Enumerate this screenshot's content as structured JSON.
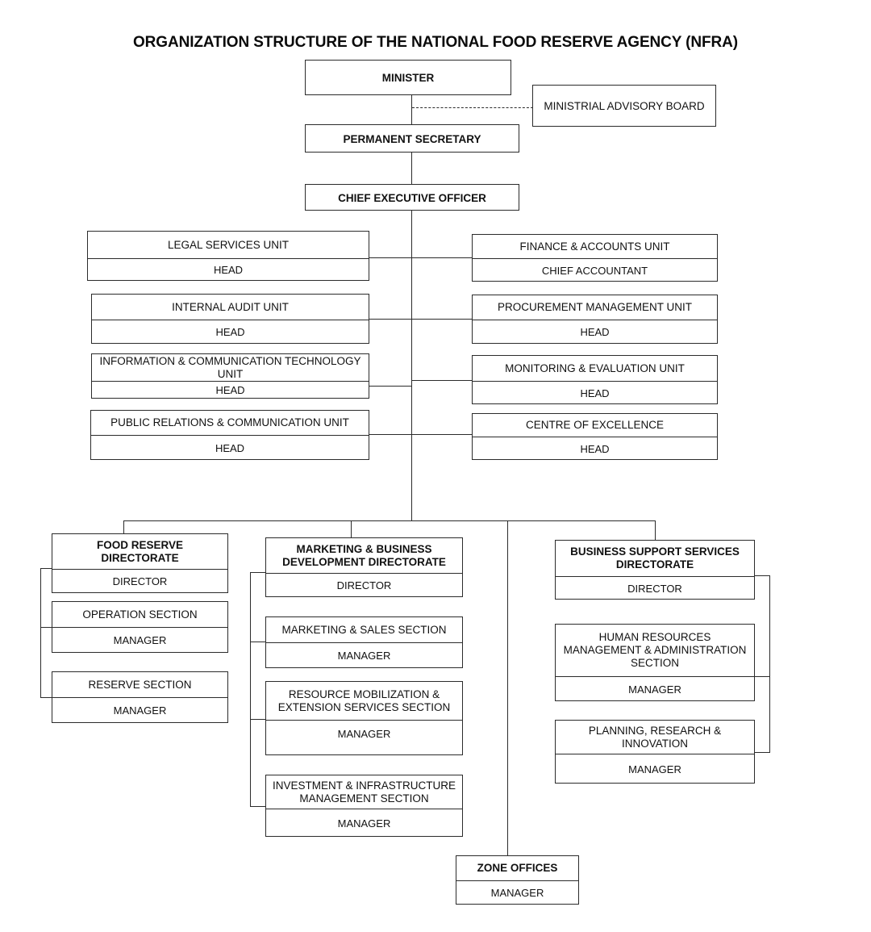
{
  "title": "ORGANIZATION STRUCTURE OF THE NATIONAL FOOD RESERVE AGENCY (NFRA)",
  "chart_data": {
    "type": "diagram",
    "diagram_type": "organization-chart",
    "title": "ORGANIZATION STRUCTURE OF THE NATIONAL FOOD RESERVE AGENCY (NFRA)",
    "nodes": [
      {
        "id": "minister",
        "label": "MINISTER",
        "role": null,
        "level": 1
      },
      {
        "id": "advisory_board",
        "label": "MINISTRIAL ADVISORY BOARD",
        "role": null,
        "level": 1
      },
      {
        "id": "permanent_secretary",
        "label": "PERMANENT SECRETARY",
        "role": null,
        "level": 2
      },
      {
        "id": "ceo",
        "label": "CHIEF EXECUTIVE OFFICER",
        "role": null,
        "level": 3
      },
      {
        "id": "legal",
        "label": "LEGAL SERVICES UNIT",
        "role": "HEAD",
        "level": 4
      },
      {
        "id": "audit",
        "label": "INTERNAL AUDIT UNIT",
        "role": "HEAD",
        "level": 4
      },
      {
        "id": "ict",
        "label": "INFORMATION & COMMUNICATION TECHNOLOGY UNIT",
        "role": "HEAD",
        "level": 4
      },
      {
        "id": "pr",
        "label": "PUBLIC RELATIONS & COMMUNICATION UNIT",
        "role": "HEAD",
        "level": 4
      },
      {
        "id": "finance",
        "label": "FINANCE & ACCOUNTS UNIT",
        "role": "CHIEF ACCOUNTANT",
        "level": 4
      },
      {
        "id": "procurement",
        "label": "PROCUREMENT MANAGEMENT UNIT",
        "role": "HEAD",
        "level": 4
      },
      {
        "id": "monitoring",
        "label": "MONITORING & EVALUATION UNIT",
        "role": "HEAD",
        "level": 4
      },
      {
        "id": "excellence",
        "label": "CENTRE OF EXCELLENCE",
        "role": "HEAD",
        "level": 4
      },
      {
        "id": "food_reserve",
        "label": "FOOD RESERVE DIRECTORATE",
        "role": "DIRECTOR",
        "level": 5
      },
      {
        "id": "marketing_dir",
        "label": "MARKETING & BUSINESS DEVELOPMENT DIRECTORATE",
        "role": "DIRECTOR",
        "level": 5
      },
      {
        "id": "business_support",
        "label": "BUSINESS SUPPORT SERVICES DIRECTORATE",
        "role": "DIRECTOR",
        "level": 5
      },
      {
        "id": "zone_offices",
        "label": "ZONE OFFICES",
        "role": "MANAGER",
        "level": 5
      },
      {
        "id": "operation",
        "label": "OPERATION SECTION",
        "role": "MANAGER",
        "level": 6
      },
      {
        "id": "reserve",
        "label": "RESERVE SECTION",
        "role": "MANAGER",
        "level": 6
      },
      {
        "id": "marketing_sales",
        "label": "MARKETING & SALES SECTION",
        "role": "MANAGER",
        "level": 6
      },
      {
        "id": "resource_mob",
        "label": "RESOURCE MOBILIZATION & EXTENSION SERVICES SECTION",
        "role": "MANAGER",
        "level": 6
      },
      {
        "id": "investment",
        "label": "INVESTMENT & INFRASTRUCTURE MANAGEMENT SECTION",
        "role": "MANAGER",
        "level": 6
      },
      {
        "id": "hr",
        "label": "HUMAN RESOURCES MANAGEMENT & ADMINISTRATION SECTION",
        "role": "MANAGER",
        "level": 6
      },
      {
        "id": "planning",
        "label": "PLANNING, RESEARCH & INNOVATION",
        "role": "MANAGER",
        "level": 6
      }
    ],
    "edges": [
      {
        "from": "minister",
        "to": "permanent_secretary",
        "style": "solid"
      },
      {
        "from": "minister",
        "to": "advisory_board",
        "style": "dashed"
      },
      {
        "from": "permanent_secretary",
        "to": "ceo",
        "style": "solid"
      },
      {
        "from": "ceo",
        "to": "legal",
        "style": "solid"
      },
      {
        "from": "ceo",
        "to": "audit",
        "style": "solid"
      },
      {
        "from": "ceo",
        "to": "ict",
        "style": "solid"
      },
      {
        "from": "ceo",
        "to": "pr",
        "style": "solid"
      },
      {
        "from": "ceo",
        "to": "finance",
        "style": "solid"
      },
      {
        "from": "ceo",
        "to": "procurement",
        "style": "solid"
      },
      {
        "from": "ceo",
        "to": "monitoring",
        "style": "solid"
      },
      {
        "from": "ceo",
        "to": "excellence",
        "style": "solid"
      },
      {
        "from": "ceo",
        "to": "food_reserve",
        "style": "solid"
      },
      {
        "from": "ceo",
        "to": "marketing_dir",
        "style": "solid"
      },
      {
        "from": "ceo",
        "to": "business_support",
        "style": "solid"
      },
      {
        "from": "ceo",
        "to": "zone_offices",
        "style": "solid"
      },
      {
        "from": "food_reserve",
        "to": "operation",
        "style": "solid"
      },
      {
        "from": "food_reserve",
        "to": "reserve",
        "style": "solid"
      },
      {
        "from": "marketing_dir",
        "to": "marketing_sales",
        "style": "solid"
      },
      {
        "from": "marketing_dir",
        "to": "resource_mob",
        "style": "solid"
      },
      {
        "from": "marketing_dir",
        "to": "investment",
        "style": "solid"
      },
      {
        "from": "business_support",
        "to": "hr",
        "style": "solid"
      },
      {
        "from": "business_support",
        "to": "planning",
        "style": "solid"
      }
    ]
  },
  "top": {
    "minister": "MINISTER",
    "advisory_board": "MINISTRIAL ADVISORY BOARD",
    "permanent_secretary": "PERMANENT SECRETARY",
    "ceo": "CHIEF EXECUTIVE OFFICER"
  },
  "units_left": [
    {
      "name": "LEGAL SERVICES UNIT",
      "role": "HEAD"
    },
    {
      "name": "INTERNAL AUDIT UNIT",
      "role": "HEAD"
    },
    {
      "name": "INFORMATION & COMMUNICATION TECHNOLOGY UNIT",
      "role": "HEAD"
    },
    {
      "name": "PUBLIC RELATIONS & COMMUNICATION UNIT",
      "role": "HEAD"
    }
  ],
  "units_right": [
    {
      "name": "FINANCE & ACCOUNTS UNIT",
      "role": "CHIEF ACCOUNTANT"
    },
    {
      "name": "PROCUREMENT MANAGEMENT UNIT",
      "role": "HEAD"
    },
    {
      "name": "MONITORING & EVALUATION UNIT",
      "role": "HEAD"
    },
    {
      "name": "CENTRE OF EXCELLENCE",
      "role": "HEAD"
    }
  ],
  "directorates": {
    "food_reserve": {
      "name": "FOOD RESERVE DIRECTORATE",
      "role": "DIRECTOR",
      "sections": [
        {
          "name": "OPERATION SECTION",
          "role": "MANAGER"
        },
        {
          "name": "RESERVE SECTION",
          "role": "MANAGER"
        }
      ]
    },
    "marketing": {
      "name": "MARKETING & BUSINESS DEVELOPMENT DIRECTORATE",
      "role": "DIRECTOR",
      "sections": [
        {
          "name": "MARKETING & SALES SECTION",
          "role": "MANAGER"
        },
        {
          "name": "RESOURCE MOBILIZATION & EXTENSION SERVICES SECTION",
          "role": "MANAGER"
        },
        {
          "name": "INVESTMENT & INFRASTRUCTURE MANAGEMENT SECTION",
          "role": "MANAGER"
        }
      ]
    },
    "business_support": {
      "name": "BUSINESS SUPPORT SERVICES DIRECTORATE",
      "role": "DIRECTOR",
      "sections": [
        {
          "name": "HUMAN RESOURCES MANAGEMENT & ADMINISTRATION SECTION",
          "role": "MANAGER"
        },
        {
          "name": "PLANNING, RESEARCH & INNOVATION",
          "role": "MANAGER"
        }
      ]
    }
  },
  "zone_offices": {
    "name": "ZONE OFFICES",
    "role": "MANAGER"
  }
}
